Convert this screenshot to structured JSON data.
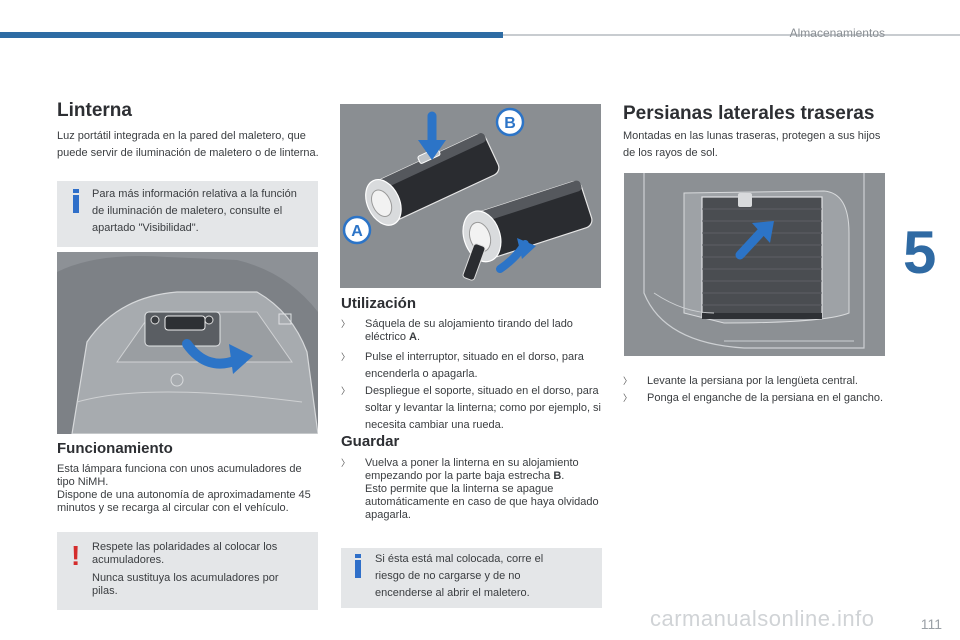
{
  "header": {
    "section_title": "Almacenamientos",
    "chapter_number": "5"
  },
  "col1": {
    "title": "Linterna",
    "intro": "Luz portátil integrada en la pared del maletero, que puede servir de iluminación de maletero o de linterna.",
    "info_note": "Para más información relativa a la función de iluminación de maletero, consulte el apartado \"Visibilidad\".",
    "func_title": "Funcionamiento",
    "func_p1": "Esta lámpara funciona con unos acumuladores de tipo NiMH.",
    "func_p2": "Dispone de una autonomía de aproximadamente 45 minutos y se recarga al circular con el vehículo.",
    "warn_p1": "Respete las polaridades al colocar los acumuladores.",
    "warn_p2": "Nunca sustituya los acumuladores por pilas."
  },
  "col2": {
    "label_a": "A",
    "label_b": "B",
    "use_title": "Utilización",
    "use_bullets": [
      {
        "pre": "Sáquela de su alojamiento tirando del lado eléctrico ",
        "bold": "A",
        "post": "."
      },
      {
        "pre": "Pulse el interruptor, situado en el dorso, para encenderla o apagarla.",
        "bold": "",
        "post": ""
      },
      {
        "pre": "Despliegue el soporte, situado en el dorso, para soltar y levantar la linterna; como por ejemplo, si necesita cambiar una rueda.",
        "bold": "",
        "post": ""
      }
    ],
    "store_title": "Guardar",
    "store_pre": "Vuelva a poner la linterna en su alojamiento empezando por la parte baja estrecha ",
    "store_bold": "B",
    "store_post": ".",
    "store_p2": "Esto permite que la linterna se apague automáticamente en caso de que haya olvidado apagarla.",
    "info_note": "Si ésta está mal colocada, corre el riesgo de no cargarse y de no encenderse al abrir el maletero."
  },
  "col3": {
    "title": "Persianas laterales traseras",
    "intro": "Montadas en las lunas traseras, protegen a sus hijos de los rayos de sol.",
    "bullets": [
      "Levante la persiana por la lengüeta central.",
      "Ponga el enganche de la persiana en el gancho."
    ]
  },
  "footer": {
    "page_number": "111",
    "watermark": "carmanualsonline.info"
  },
  "colors": {
    "accent_blue": "#2e6ca4",
    "box_grey": "#e4e6e8",
    "warning_red": "#d42c2c",
    "info_blue": "#2f6fc9"
  }
}
